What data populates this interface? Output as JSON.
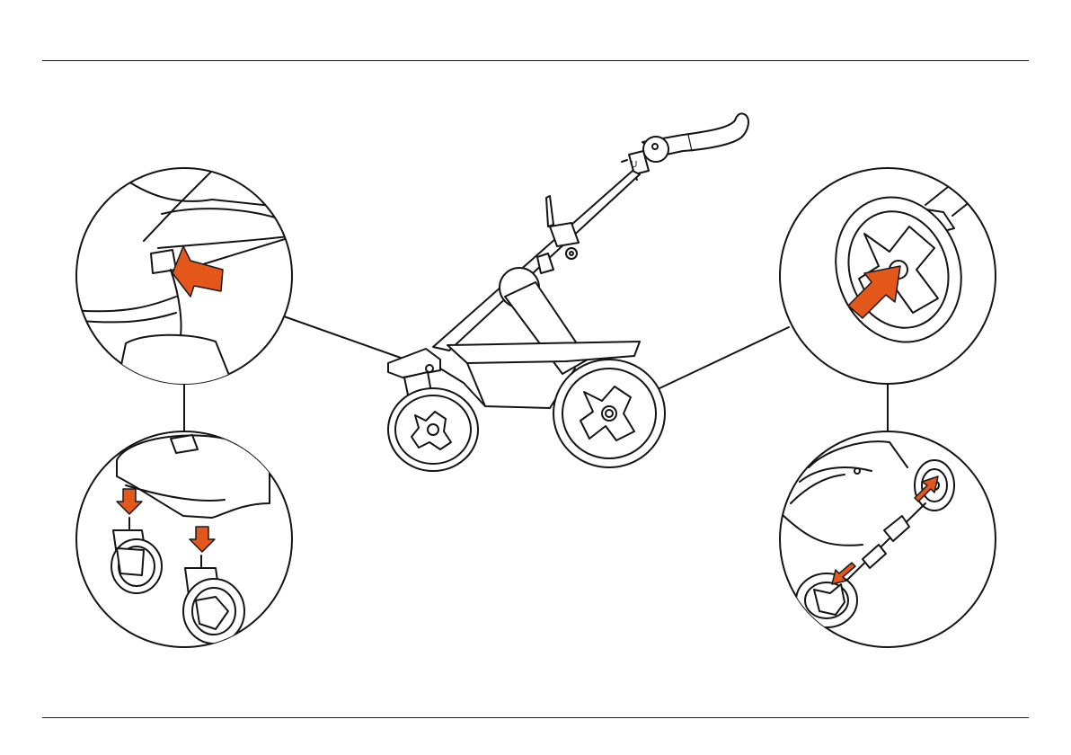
{
  "figure": {
    "illustration": "stroller-wheel-removal",
    "arrow_color": "#e4571b",
    "line_color": "#141414",
    "background": "#ffffff",
    "detail_views": [
      {
        "name": "front-brake-lever-detail",
        "icon": "press-arrow"
      },
      {
        "name": "front-wheel-attach-detail",
        "icon": "down-arrows"
      },
      {
        "name": "rear-wheel-button-detail",
        "icon": "press-arrow"
      },
      {
        "name": "rear-axle-detail",
        "icon": "axle-arrows"
      }
    ]
  }
}
